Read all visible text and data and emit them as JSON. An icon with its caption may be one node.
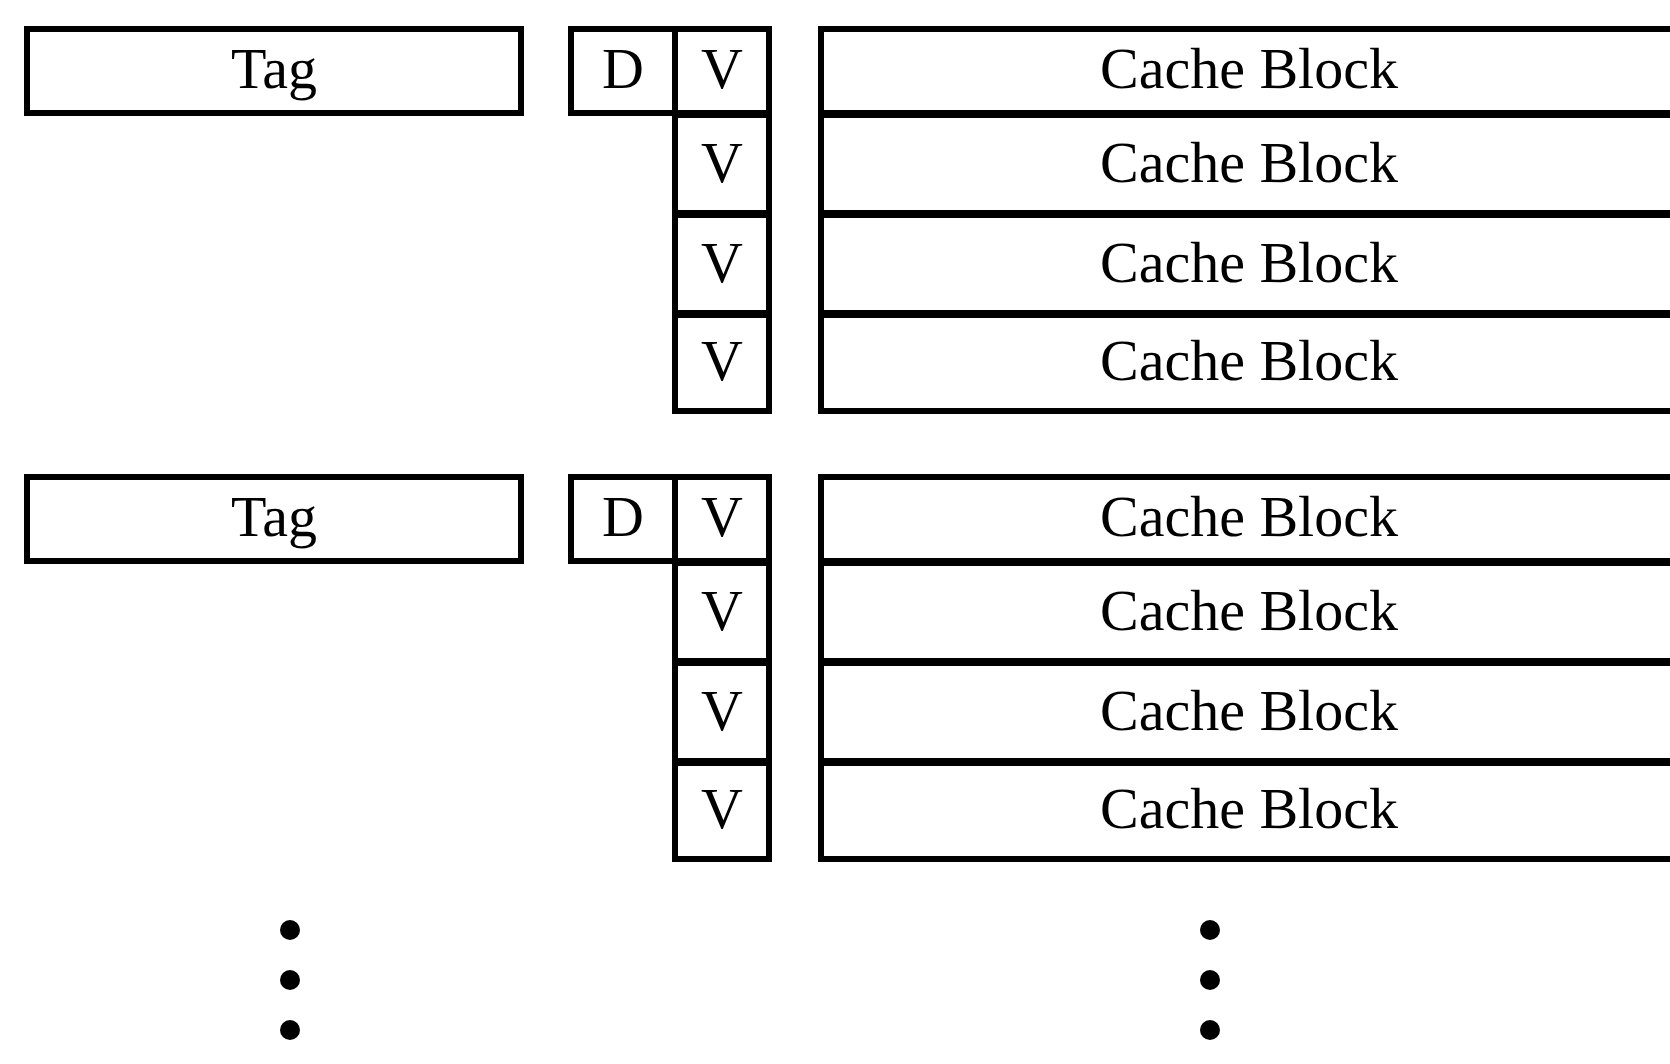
{
  "diagram": {
    "nodes": [
      {
        "text": [
          "Tag"
        ]
      },
      {
        "text": [
          "D"
        ]
      },
      {
        "text": [
          "V"
        ]
      },
      {
        "text": [
          "Cache Block"
        ]
      },
      {
        "text": [
          "V"
        ]
      },
      {
        "text": [
          "Cache Block"
        ]
      },
      {
        "text": [
          "V"
        ]
      },
      {
        "text": [
          "Cache Block"
        ]
      },
      {
        "text": [
          "V"
        ]
      },
      {
        "text": [
          "Cache Block"
        ]
      },
      {
        "text": [
          "Tag"
        ]
      },
      {
        "text": [
          "D"
        ]
      },
      {
        "text": [
          "V"
        ]
      },
      {
        "text": [
          "Cache Block"
        ]
      },
      {
        "text": [
          "V"
        ]
      },
      {
        "text": [
          "Cache Block"
        ]
      },
      {
        "text": [
          "V"
        ]
      },
      {
        "text": [
          "Cache Block"
        ]
      },
      {
        "text": [
          "V"
        ]
      },
      {
        "text": [
          "Cache Block"
        ]
      }
    ]
  }
}
